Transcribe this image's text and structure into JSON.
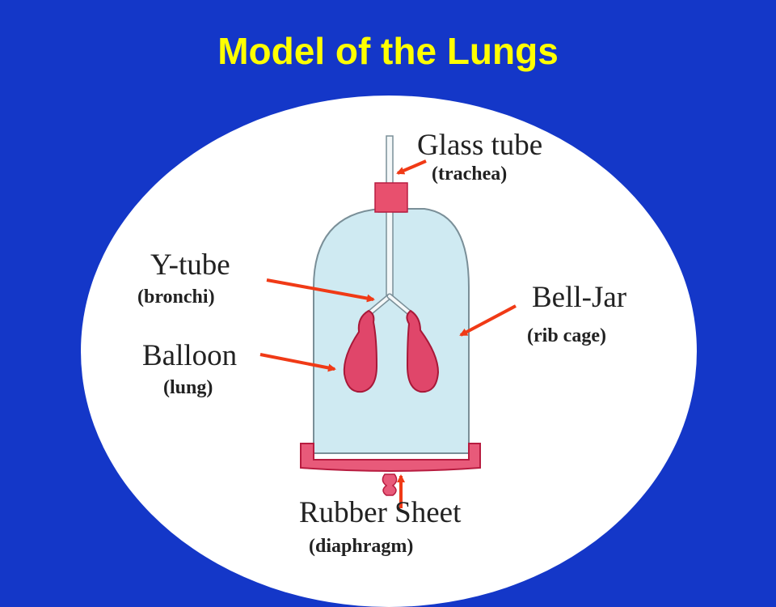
{
  "title": "Model of the Lungs",
  "labels": {
    "glass_tube": {
      "name": "Glass tube",
      "analog": "(trachea)"
    },
    "y_tube": {
      "name": "Y-tube",
      "analog": "(bronchi)"
    },
    "balloon": {
      "name": "Balloon",
      "analog": "(lung)"
    },
    "bell_jar": {
      "name": "Bell-Jar",
      "analog": "(rib cage)"
    },
    "rubber_sheet": {
      "name": "Rubber Sheet",
      "analog": "(diaphragm)"
    }
  },
  "colors": {
    "background": "#1437c8",
    "title": "#ffff00",
    "arrow": "#f03a16",
    "rubber": "#d8204a",
    "jar": "#cfeaf2"
  }
}
